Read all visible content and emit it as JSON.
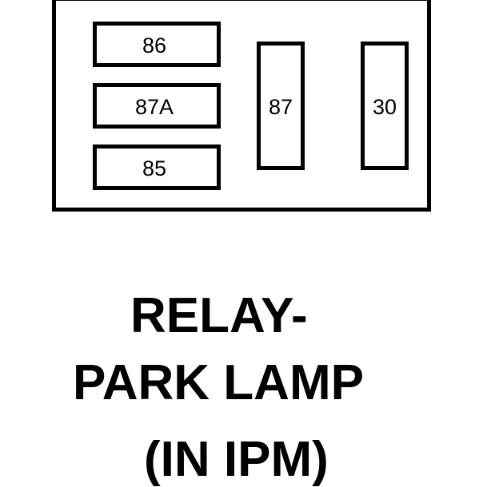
{
  "terminals": {
    "t86": "86",
    "t87a": "87A",
    "t85": "85",
    "t87": "87",
    "t30": "30"
  },
  "caption": {
    "line1": "RELAY-",
    "line2": "PARK LAMP",
    "line3": "(IN IPM)"
  }
}
